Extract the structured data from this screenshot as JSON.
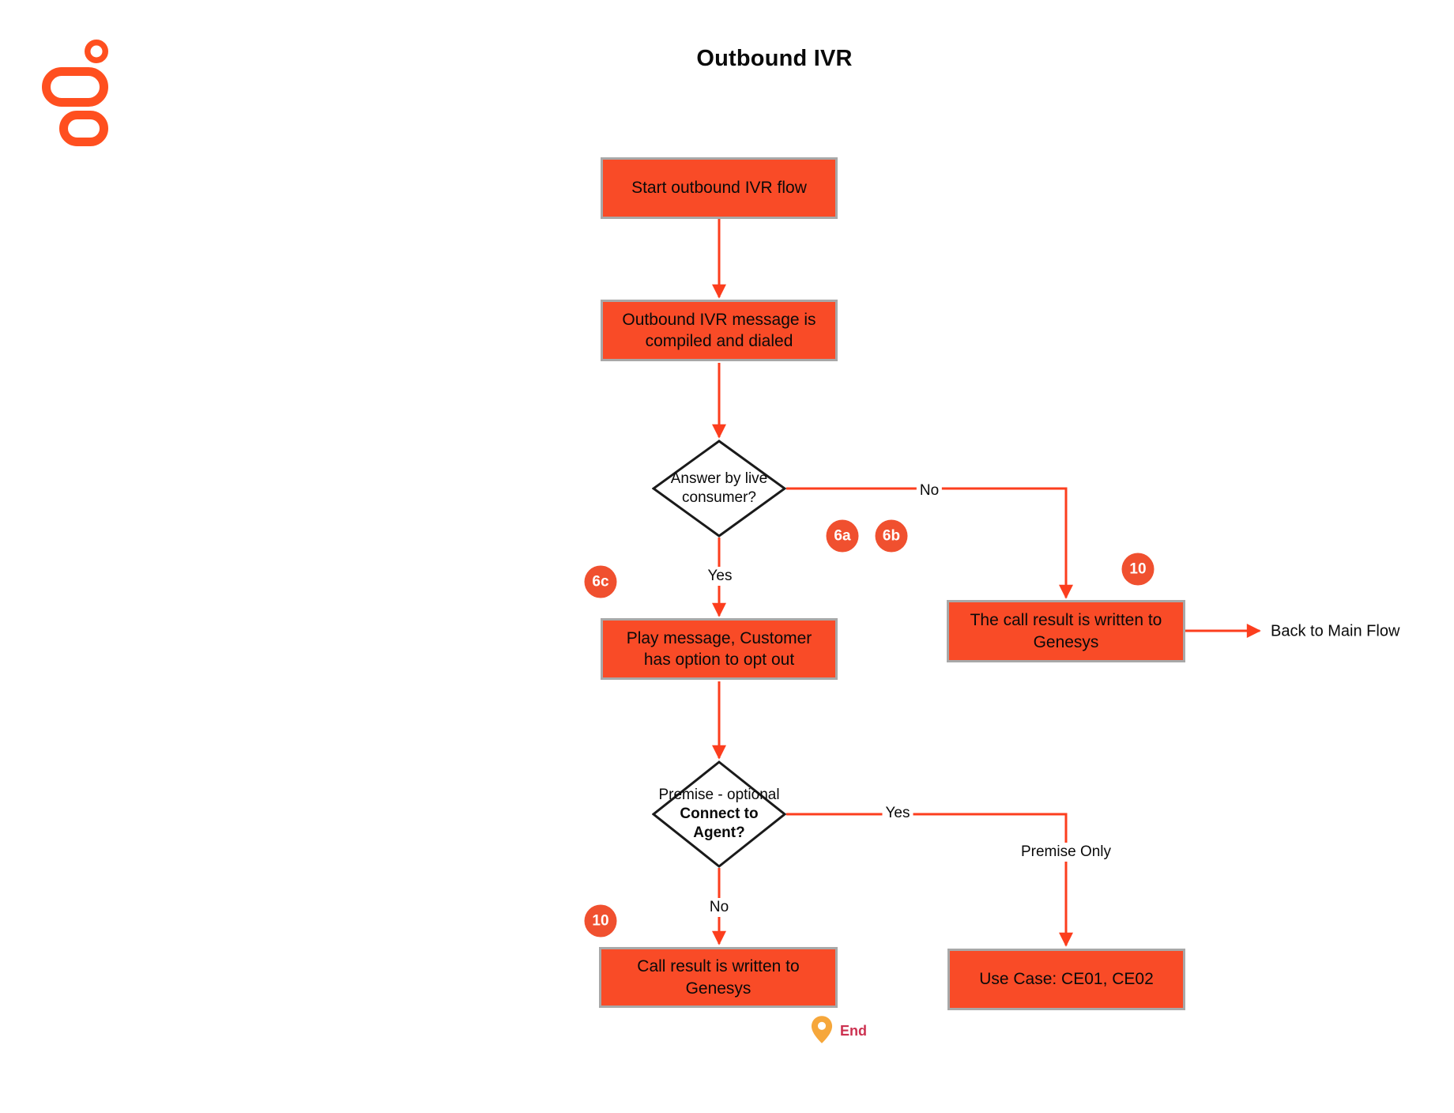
{
  "title": "Outbound IVR",
  "colors": {
    "node_fill": "#F94B27",
    "node_border": "#A8A8A8",
    "connector": "#FC3E1E",
    "badge_fill": "#F0502F",
    "badge_text": "#FFFFFF",
    "logo": "#FF4F1F",
    "end_pin": "#F6A73B",
    "end_label": "#CC3150",
    "node_text": "#000000",
    "decision_border": "#1A1A1A"
  },
  "icons": {
    "logo": "genesys-logo",
    "end_pin": "location-pin-icon"
  },
  "nodes": {
    "start": {
      "type": "process",
      "label": "Start outbound IVR flow"
    },
    "compile": {
      "type": "process",
      "label": "Outbound IVR message is compiled and dialed"
    },
    "answer_decision": {
      "type": "decision",
      "label": "Answer by live consumer?"
    },
    "play_message": {
      "type": "process",
      "label": "Play message, Customer has option to opt out"
    },
    "call_result_right": {
      "type": "process",
      "label": "The call result is written to Genesys"
    },
    "premise_decision": {
      "type": "decision",
      "label_prefix": "Premise - optional ",
      "label_bold": "Connect to Agent?"
    },
    "call_result_bottom": {
      "type": "process",
      "label": "Call result is written to Genesys"
    },
    "use_case": {
      "type": "process",
      "label": "Use Case: CE01, CE02"
    }
  },
  "edges": {
    "answer_no": "No",
    "answer_yes": "Yes",
    "premise_yes": "Yes",
    "premise_no": "No",
    "premise_only": "Premise Only",
    "back_to_main": "Back to Main Flow"
  },
  "badges": {
    "b6a": "6a",
    "b6b": "6b",
    "b6c": "6c",
    "b10_right": "10",
    "b10_left": "10"
  },
  "end_marker": {
    "label": "End"
  }
}
